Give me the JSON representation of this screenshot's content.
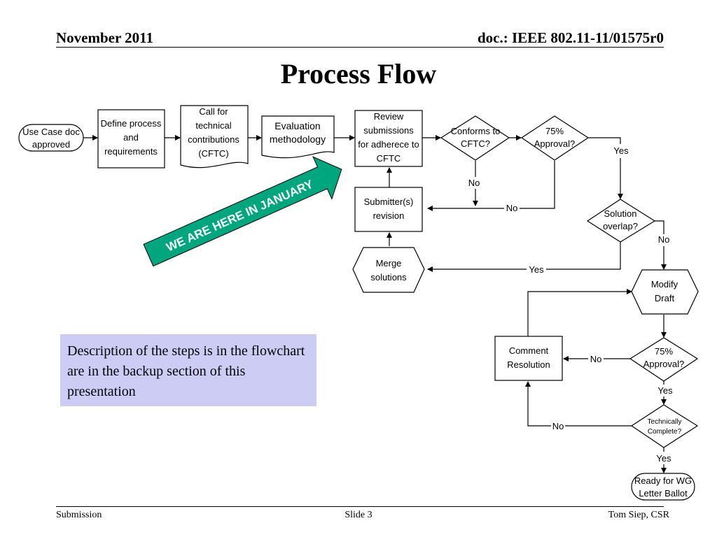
{
  "header": {
    "date": "November 2011",
    "doc": "doc.: IEEE 802.11-11/01575r0"
  },
  "title": "Process Flow",
  "flow": {
    "use_case": [
      "Use Case doc",
      "approved"
    ],
    "define": [
      "Define process",
      "and",
      "requirements"
    ],
    "cftc": [
      "Call for",
      "technical",
      "contributions",
      "(CFTC)"
    ],
    "evaluation": [
      "Evaluation",
      "methodology"
    ],
    "review": [
      "Review",
      "submissions",
      "for adherece to",
      "CFTC"
    ],
    "conforms": [
      "Conforms to",
      "CFTC?"
    ],
    "approval75_top": [
      "75%",
      "Approval?"
    ],
    "submitter": [
      "Submitter(s)",
      "revision"
    ],
    "solution_overlap": [
      "Solution",
      "overlap?"
    ],
    "merge": [
      "Merge",
      "solutions"
    ],
    "modify": [
      "Modify",
      "Draft"
    ],
    "comment": [
      "Comment",
      "Resolution"
    ],
    "approval75_bottom": [
      "75%",
      "Approval?"
    ],
    "technically": [
      "Technically",
      "Complete?"
    ],
    "ready": [
      "Ready for WG",
      "Letter Ballot"
    ]
  },
  "edges": {
    "yes": "Yes",
    "no": "No"
  },
  "banner": "WE ARE HERE IN JANUARY",
  "banner_color": "#00a67e",
  "description": "Description of the steps is in the flowchart are in the backup section of this presentation",
  "footer": {
    "left": "Submission",
    "center": "Slide 3",
    "right": "Tom Siep, CSR"
  }
}
